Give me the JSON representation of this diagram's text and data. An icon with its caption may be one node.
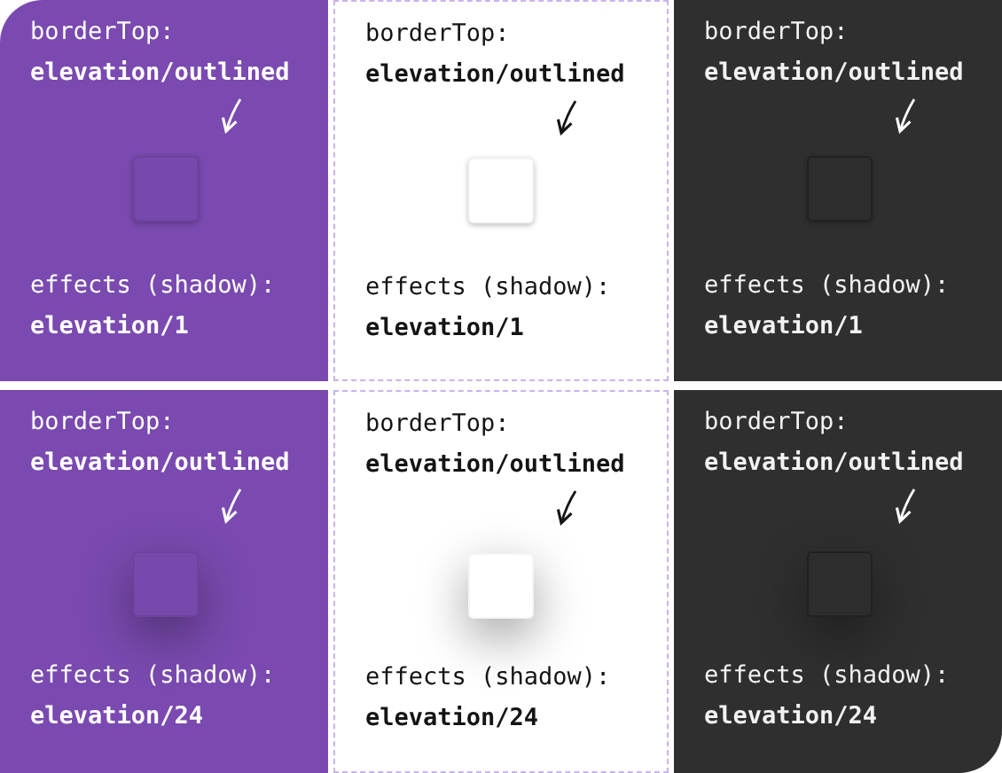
{
  "diagram": {
    "nodes": [
      {
        "text": [
          "effects (shadow): **elevation/1**"
        ]
      },
      {
        "text": [
          "borderTop: **elevation/outlined**"
        ],
        "in": 0
      },
      {
        "text": [],
        "shape": "box",
        "in": 0
      },
      {
        "text": [
          "effects (shadow): **elevation/1**"
        ]
      },
      {
        "text": [
          "borderTop: **elevation/outlined**"
        ],
        "in": 3
      },
      {
        "text": [],
        "shape": "box",
        "in": 3
      },
      {
        "text": [
          "effects (shadow): **elevation/1**"
        ]
      },
      {
        "text": [
          "borderTop: **elevation/outlined**"
        ],
        "in": 6
      },
      {
        "text": [],
        "shape": "box",
        "in": 6
      },
      {
        "text": [
          "effects (shadow): **elevation/24**"
        ]
      },
      {
        "text": [
          "borderTop: **elevation/outlined**"
        ],
        "in": 9
      },
      {
        "text": [],
        "shape": "box",
        "in": 9
      },
      {
        "text": [
          "effects (shadow): **elevation/24**"
        ]
      },
      {
        "text": [
          "borderTop: **elevation/outlined**"
        ],
        "in": 12
      },
      {
        "text": [],
        "shape": "box",
        "in": 12
      },
      {
        "text": [
          "effects (shadow): **elevation/24**"
        ]
      },
      {
        "text": [
          "borderTop: **elevation/outlined**"
        ],
        "in": 15
      },
      {
        "text": [],
        "shape": "box",
        "in": 15
      }
    ],
    "edges": [
      {
        "from": 1,
        "to": 2,
        "arrow": "to"
      },
      {
        "from": 4,
        "to": 5,
        "arrow": "to",
        "color": "#141414"
      },
      {
        "from": 7,
        "to": 8,
        "arrow": "to"
      },
      {
        "from": 10,
        "to": 11,
        "arrow": "to"
      },
      {
        "from": 13,
        "to": 14,
        "arrow": "to",
        "color": "#141414"
      },
      {
        "from": 16,
        "to": 17,
        "arrow": "to"
      }
    ]
  }
}
